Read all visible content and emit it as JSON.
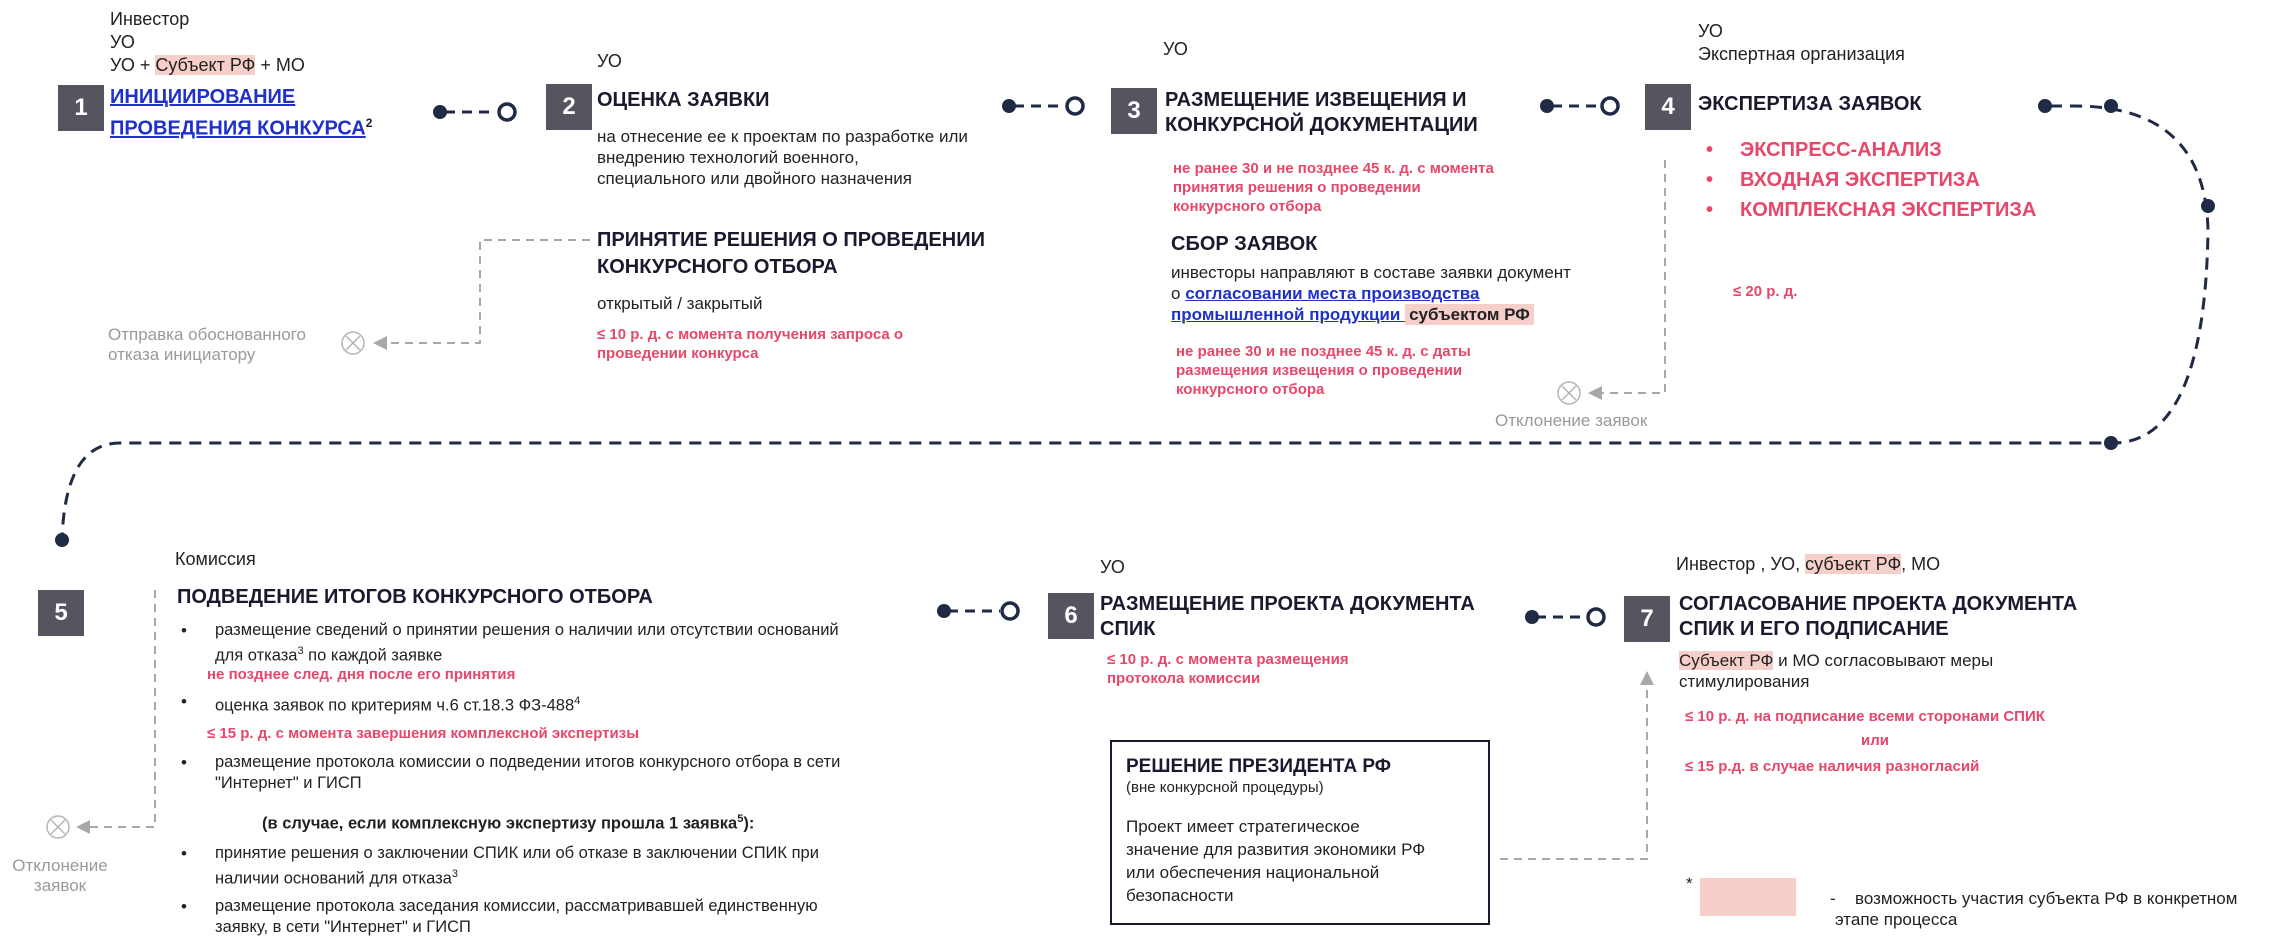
{
  "stage1": {
    "roles": [
      "Инвестор",
      "УО"
    ],
    "role3_pre": "УО + ",
    "role3_hl": "Субъект РФ",
    "role3_post": " + МО",
    "num": "1",
    "title_line1": "ИНИЦИИРОВАНИЕ",
    "title_line2": "ПРОВЕДЕНИЯ КОНКУРСА",
    "footnote": "2"
  },
  "stage2": {
    "role": "УО",
    "num": "2",
    "title": "ОЦЕНКА ЗАЯВКИ",
    "body": [
      "на отнесение ее к проектам по разработке или",
      "внедрению технологий военного,",
      "специального или двойного назначения"
    ],
    "sub_title": [
      "ПРИНЯТИЕ РЕШЕНИЯ О ПРОВЕДЕНИИ",
      "КОНКУРСНОГО ОТБОРА"
    ],
    "sub_body": "открытый / закрытый",
    "deadline": [
      "≤ 10 р. д. с момента получения запроса о",
      "проведении конкурса"
    ],
    "reject": [
      "Отправка обоснованного",
      "отказа инициатору"
    ]
  },
  "stage3": {
    "role": "УО",
    "num": "3",
    "title": [
      "РАЗМЕЩЕНИЕ ИЗВЕЩЕНИЯ И",
      "КОНКУРСНОЙ ДОКУМЕНТАЦИИ"
    ],
    "deadline1": [
      "не ранее 30 и не позднее 45 к. д. с момента",
      "принятия решения о проведении",
      "конкурсного отбора"
    ],
    "sub_title": "СБОР ЗАЯВОК",
    "sub_body1": "инвесторы направляют в составе заявки документ",
    "sub_body2_pre": "о ",
    "sub_link1": "согласовании места производства",
    "sub_link2": "промышленной продукции ",
    "sub_hl": "субъектом РФ",
    "deadline2": [
      "не ранее 30 и не позднее 45 к. д.  с  даты",
      "размещения извещения о проведении",
      "конкурсного отбора"
    ],
    "reject": "Отклонение заявок"
  },
  "stage4": {
    "roles": [
      "УО",
      "Экспертная организация"
    ],
    "num": "4",
    "title": "ЭКСПЕРТИЗА  ЗАЯВОК",
    "items": [
      "ЭКСПРЕСС-АНАЛИЗ",
      "ВХОДНАЯ ЭКСПЕРТИЗА",
      "КОМПЛЕКСНАЯ ЭКСПЕРТИЗА"
    ],
    "deadline": "≤ 20  р. д."
  },
  "stage5": {
    "role": "Комиссия",
    "num": "5",
    "title": "ПОДВЕДЕНИЕ ИТОГОВ КОНКУРСНОГО ОТБОРА",
    "b1": [
      "размещение сведений о принятии решения о наличии или отсутствии оснований",
      "для отказа",
      "3",
      " по каждой заявке"
    ],
    "b1_deadline": "не позднее след. дня после его принятия",
    "b2": [
      "оценка заявок по критериям  ч.6  ст.18.3  ФЗ-488",
      "4"
    ],
    "b2_deadline": "≤ 15  р. д. с момента завершения комплексной экспертизы",
    "b3": [
      "размещение протокола комиссии о подведении итогов конкурсного отбора в сети",
      "\"Интернет\" и ГИСП"
    ],
    "cond": [
      "(в случае, если комплексную экспертизу прошла 1 заявка",
      "5",
      "):"
    ],
    "b4": [
      "принятие решения о заключении СПИК или об отказе в заключении СПИК при",
      "наличии оснований для отказа",
      "3"
    ],
    "b5": [
      "размещение протокола заседания комиссии, рассматривавшей единственную",
      "заявку, в сети \"Интернет\" и ГИСП"
    ],
    "reject": [
      "Отклонение",
      "заявок"
    ]
  },
  "stage6": {
    "role": "УО",
    "num": "6",
    "title": [
      "РАЗМЕЩЕНИЕ ПРОЕКТА ДОКУМЕНТА",
      "СПИК"
    ],
    "deadline": [
      "≤ 10 р. д. с момента размещения",
      "протокола комиссии"
    ]
  },
  "stage7": {
    "role_pre": "Инвестор , УО, ",
    "role_hl": "субъект РФ",
    "role_post": ", МО",
    "num": "7",
    "title": [
      "СОГЛАСОВАНИЕ ПРОЕКТА ДОКУМЕНТА",
      "СПИК И ЕГО ПОДПИСАНИЕ"
    ],
    "body_hl": "Субъект РФ",
    "body_post": " и МО согласовывают меры",
    "body2": "стимулирования",
    "deadline1": "≤ 10  р. д. на подписание всеми сторонами СПИК",
    "or": "или",
    "deadline2": "≤ 15 р.д. в случае наличия разногласий"
  },
  "president": {
    "title": "РЕШЕНИЕ ПРЕЗИДЕНТА РФ",
    "subtitle": "(вне конкурсной процедуры)",
    "body": [
      "Проект имеет стратегическое",
      "значение для развития экономики РФ",
      "или обеспечения национальной",
      "безопасности"
    ]
  },
  "legend": {
    "star": "*",
    "dash": "-",
    "text": [
      "возможность участия субъекта РФ в конкретном",
      "этапе процесса"
    ]
  },
  "colors": {
    "accent": "#e6476a",
    "box": "#55555f",
    "highlight": "#f7cfca",
    "link": "#1f31c9",
    "dark": "#1f2a44",
    "grey": "#9a9a9a"
  }
}
